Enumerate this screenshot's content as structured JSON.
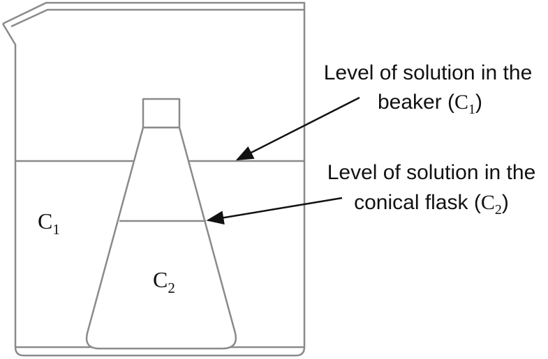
{
  "labels": {
    "beaker_line1": "Level of solution in the",
    "beaker_line2_prefix": "beaker (",
    "beaker_line2_main": "C",
    "beaker_line2_sub": "1",
    "beaker_line2_suffix": ")",
    "flask_line1": "Level of solution in the",
    "flask_line2_prefix": "conical flask (",
    "flask_line2_main": "C",
    "flask_line2_sub": "2",
    "flask_line2_suffix": ")",
    "c1_main": "C",
    "c1_sub": "1",
    "c2_main": "C",
    "c2_sub": "2"
  },
  "colors": {
    "glass_outline": "#8a8a8a",
    "arrow": "#111111",
    "text": "#111111"
  }
}
